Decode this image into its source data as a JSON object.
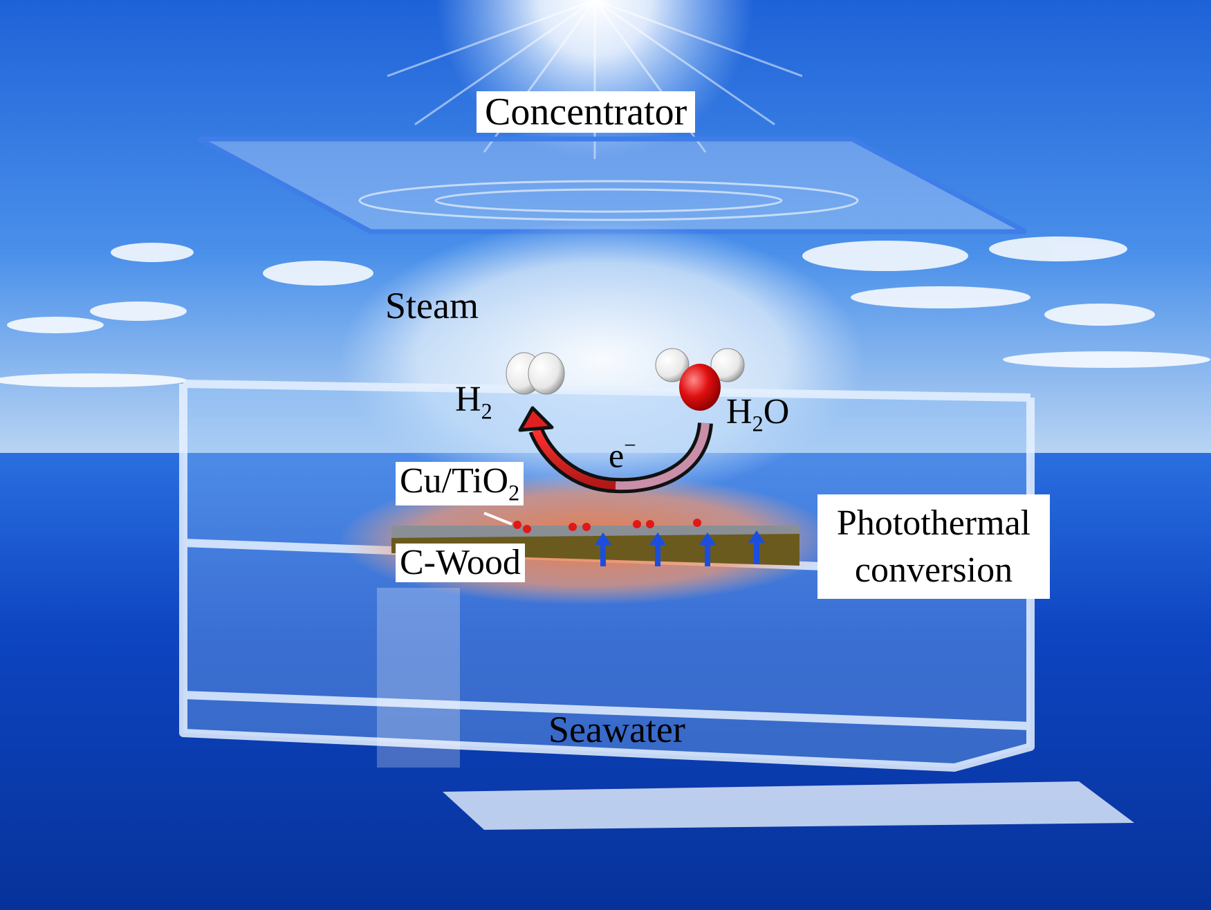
{
  "labels": {
    "concentrator": "Concentrator",
    "steam": "Steam",
    "h2_main": "H",
    "h2_sub": "2",
    "h2o_h": "H",
    "h2o_sub": "2",
    "h2o_o": "O",
    "electron_main": "e",
    "electron_sup": "−",
    "catalyst_main": "Cu/TiO",
    "catalyst_sub": "2",
    "substrate": "C-Wood",
    "photothermal_line1": "Photothermal",
    "photothermal_line2": "conversion",
    "seawater": "Seawater"
  },
  "colors": {
    "sky_top": "#1b5fd6",
    "sea": "#0b3fb8",
    "orange_glow": "#f08a5a",
    "arrow_red": "#e02020",
    "arrow_pink": "#c98fa8",
    "wood": "#6b5a1e",
    "up_arrow": "#1a4ee0"
  }
}
